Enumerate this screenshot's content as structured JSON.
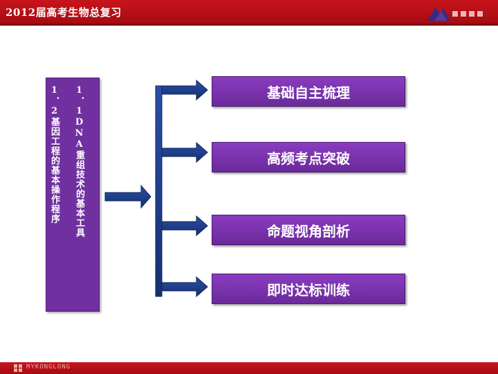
{
  "header": {
    "title": "2012届高考生物总复习"
  },
  "topic": {
    "col1": "1．2基因工程的基本操作程序",
    "col2": "1．1DNA重组技术的基本工具"
  },
  "menu": {
    "items": [
      {
        "label": "基础自主梳理"
      },
      {
        "label": "高频考点突破"
      },
      {
        "label": "命题视角剖析"
      },
      {
        "label": "即时达标训练"
      }
    ]
  },
  "footer": {
    "brand": "MYKONGLONG"
  },
  "colors": {
    "banner": "#b50f16",
    "box": "#7030a0",
    "arrow": "#1f3f8f"
  }
}
